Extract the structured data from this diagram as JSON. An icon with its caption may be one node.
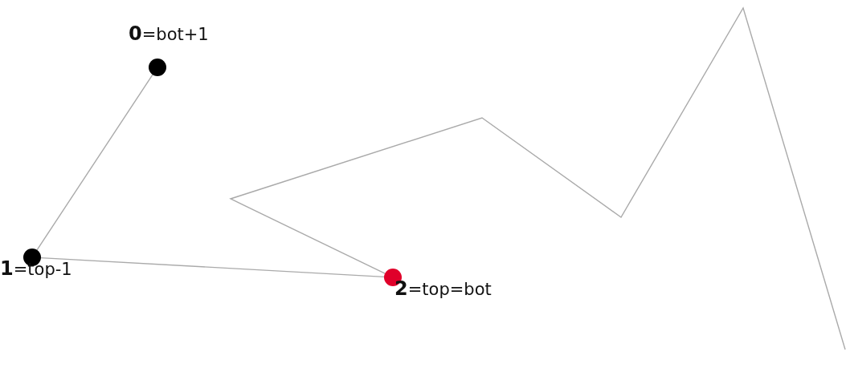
{
  "diagram": {
    "nodes": [
      {
        "text": [
          "**0**=bot+1"
        ]
      },
      {
        "text": [
          "**1**=top-1"
        ]
      },
      {
        "text": [
          "**2**=top=bot"
        ]
      }
    ],
    "edges": [
      {
        "from": 0,
        "to": 1,
        "arrow": "none"
      },
      {
        "from": 1,
        "to": 2,
        "arrow": "none"
      },
      {
        "from": 2,
        "to": null,
        "arrow": "none"
      }
    ]
  }
}
